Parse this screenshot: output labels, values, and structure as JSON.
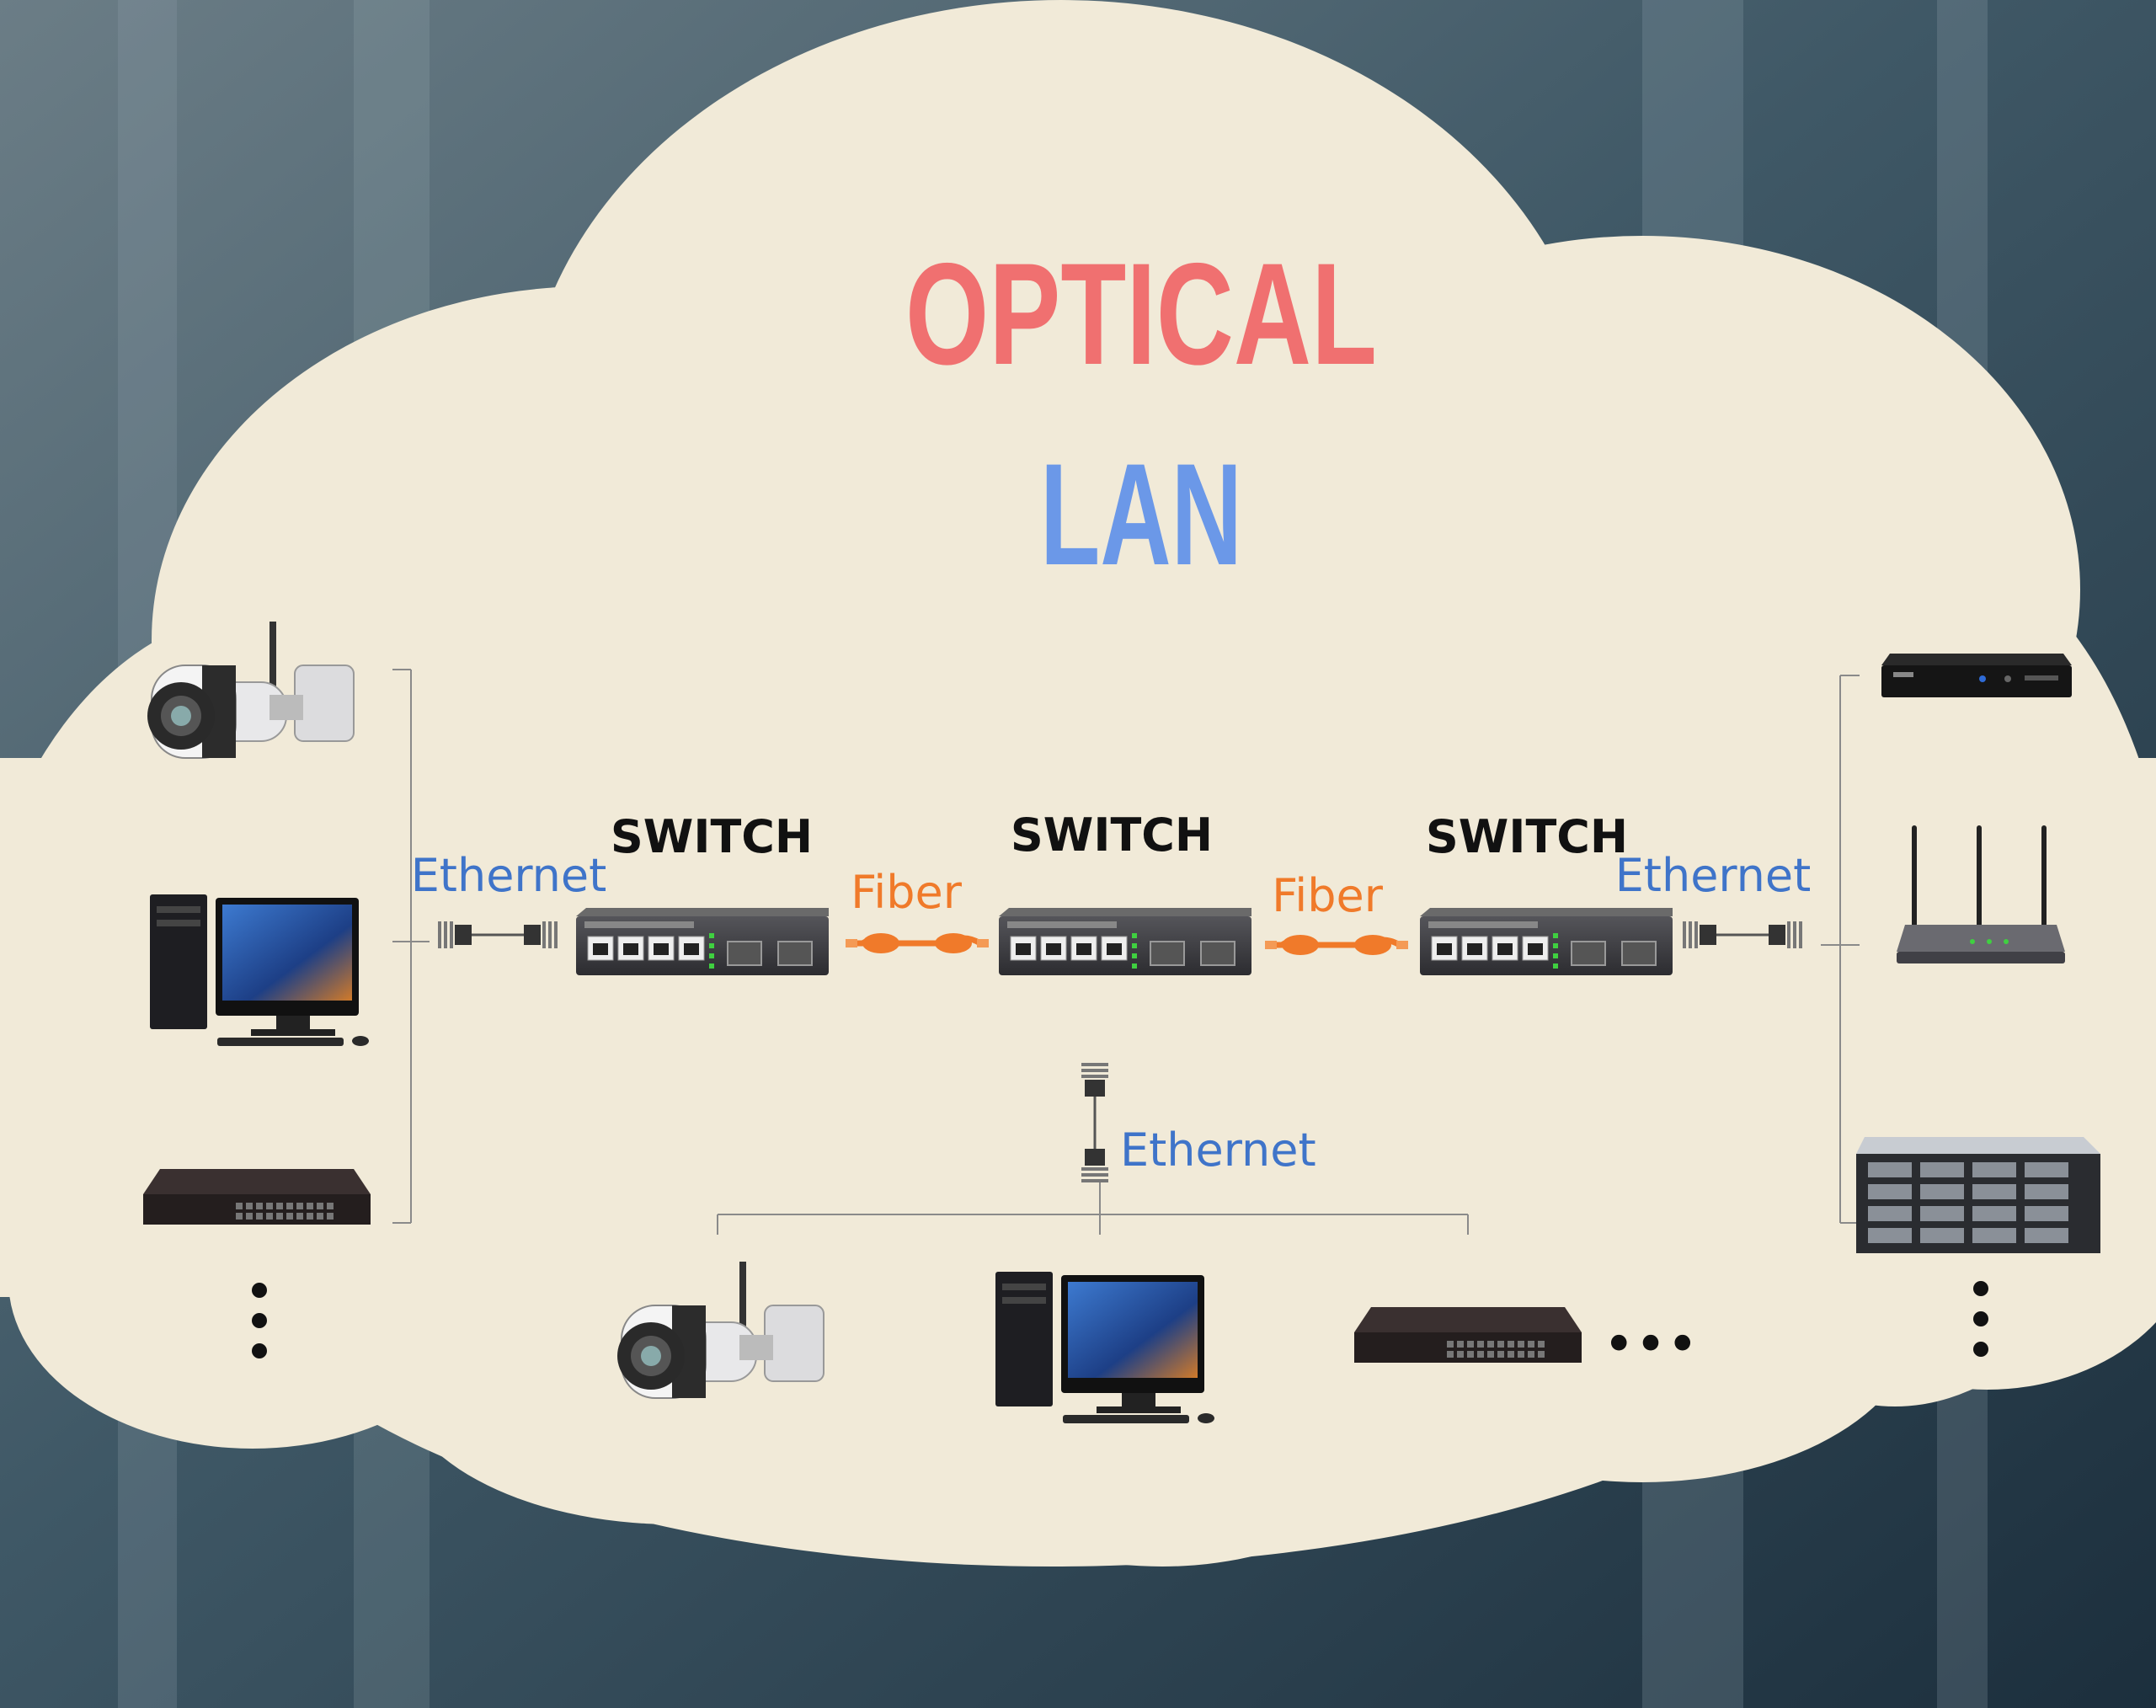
{
  "title": {
    "line1": "OPTICAL",
    "line2": "LAN",
    "line1_color": "#f07070",
    "line2_color": "#6b98e8"
  },
  "colors": {
    "cloud": "#f1ead8",
    "ethernet": "#3f74c9",
    "fiber": "#f07a2a",
    "switch_label": "#111111"
  },
  "labels": {
    "switch": [
      "SWITCH",
      "SWITCH",
      "SWITCH"
    ],
    "fiber": [
      "Fiber",
      "Fiber"
    ],
    "ethernet_left": "Ethernet",
    "ethernet_right": "Ethernet",
    "ethernet_bottom": "Ethernet",
    "more_bottom": "•••"
  },
  "devices": {
    "left": [
      "ip-camera",
      "desktop-pc",
      "network-switch",
      "more"
    ],
    "right": [
      "dvr-recorder",
      "wifi-router",
      "storage-server",
      "more"
    ],
    "bottom": [
      "ip-camera",
      "desktop-pc",
      "network-switch",
      "more"
    ]
  },
  "icons": [
    "camera-icon",
    "desktop-icon",
    "rack-switch-icon",
    "dvr-icon",
    "router-icon",
    "server-icon",
    "ethernet-connector-icon",
    "fiber-cable-icon",
    "switch-device-icon"
  ]
}
